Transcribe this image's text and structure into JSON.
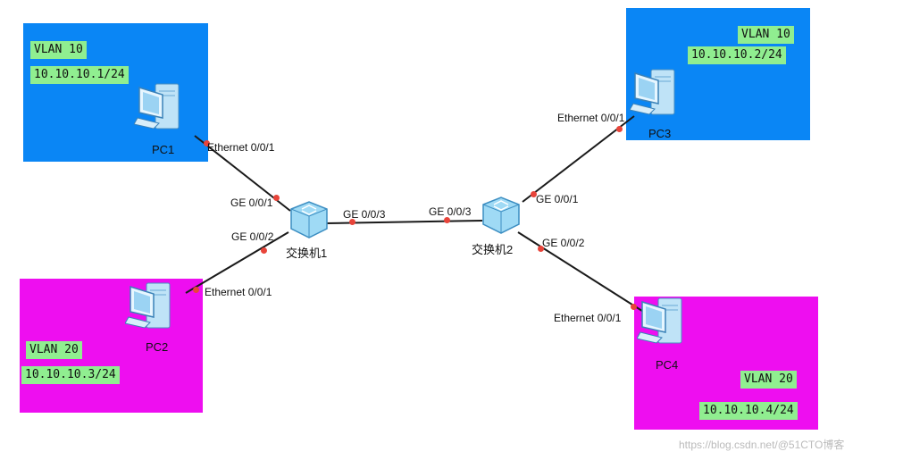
{
  "colors": {
    "vlan10_zone": "#0a86f5",
    "vlan20_zone": "#ee0ef0",
    "tag_bg": "#90ee90",
    "link": "#1a1a1a",
    "port_dot": "#e8443a"
  },
  "devices": {
    "pc1": {
      "name": "PC1",
      "icon": "pc-icon",
      "vlan": "VLAN 10",
      "ip": "10.10.10.1/24",
      "port": "Ethernet 0/0/1"
    },
    "pc2": {
      "name": "PC2",
      "icon": "pc-icon",
      "vlan": "VLAN 20",
      "ip": "10.10.10.3/24",
      "port": "Ethernet 0/0/1"
    },
    "pc3": {
      "name": "PC3",
      "icon": "pc-icon",
      "vlan": "VLAN 10",
      "ip": "10.10.10.2/24",
      "port": "Ethernet 0/0/1"
    },
    "pc4": {
      "name": "PC4",
      "icon": "pc-icon",
      "vlan": "VLAN 20",
      "ip": "10.10.10.4/24",
      "port": "Ethernet 0/0/1"
    },
    "sw1": {
      "name": "交换机1",
      "icon": "switch-icon",
      "ports": {
        "p1": "GE 0/0/1",
        "p2": "GE 0/0/2",
        "p3": "GE 0/0/3"
      }
    },
    "sw2": {
      "name": "交换机2",
      "icon": "switch-icon",
      "ports": {
        "p1": "GE 0/0/1",
        "p2": "GE 0/0/2",
        "p3": "GE 0/0/3"
      }
    }
  },
  "watermark": "https://blog.csdn.net/@51CTO博客"
}
